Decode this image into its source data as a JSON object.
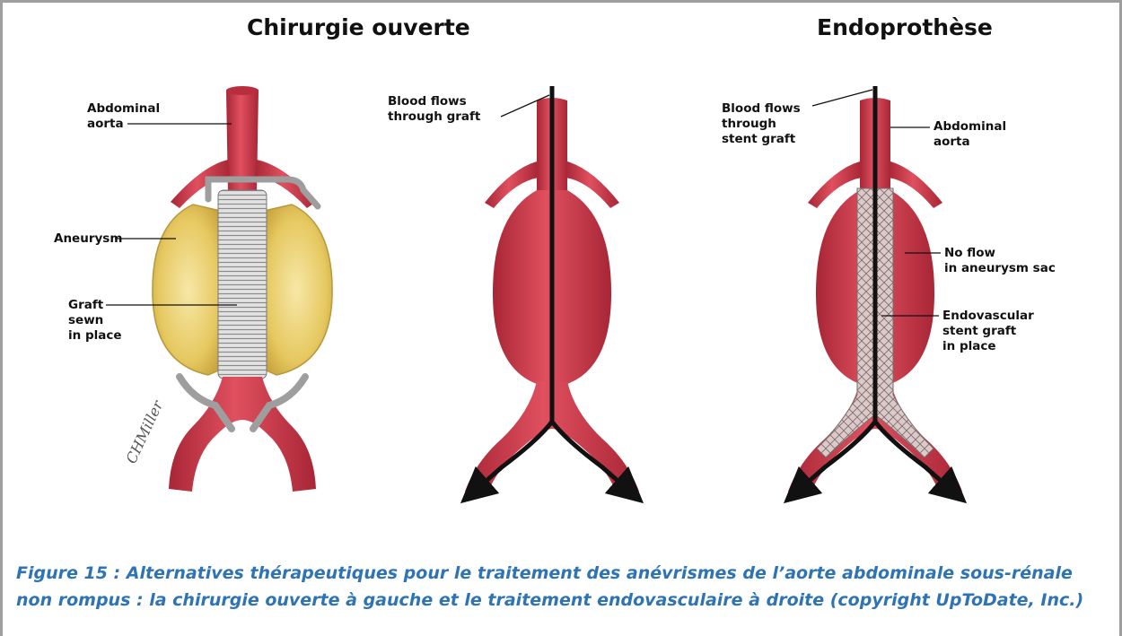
{
  "headings": {
    "open_surgery": "Chirurgie ouverte",
    "endoprosthesis": "Endoprothèse"
  },
  "labels": {
    "abdominal_aorta_left": [
      "Abdominal",
      "aorta"
    ],
    "aneurysm": "Aneurysm",
    "graft_sewn": [
      "Graft",
      "sewn",
      "in place"
    ],
    "blood_flows_graft": [
      "Blood flows",
      "through graft"
    ],
    "blood_flows_stent": [
      "Blood flows",
      "through",
      "stent graft"
    ],
    "abdominal_aorta_right": [
      "Abdominal",
      "aorta"
    ],
    "no_flow": [
      "No flow",
      "in aneurysm sac"
    ],
    "endovascular": [
      "Endovascular",
      "stent graft",
      "in place"
    ]
  },
  "signature": "CHMiller",
  "caption": {
    "line1": "Figure 15 : Alternatives thérapeutiques pour le traitement des anévrismes de l’aorte abdominale sous-rénale",
    "line2": "non rompus : la chirurgie ouverte à gauche et le traitement endovasculaire à droite (copyright UpToDate, Inc.)"
  },
  "colors": {
    "artery": "#d23a4b",
    "artery_dark": "#a82636",
    "aneurysm_wall": "#e6c860",
    "graft": "#d9d9d9",
    "caption": "#2e74b5",
    "frame": "#9e9e9e"
  }
}
